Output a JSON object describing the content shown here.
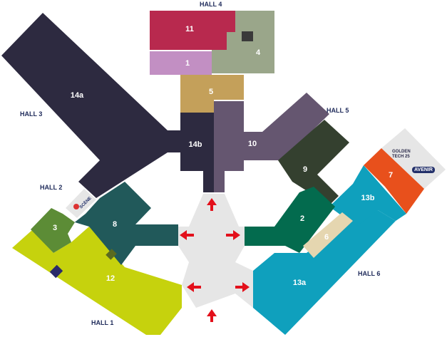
{
  "halls": [
    {
      "id": "hall4",
      "label": "HALL 4"
    },
    {
      "id": "hall3",
      "label": "HALL 3"
    },
    {
      "id": "hall5",
      "label": "HALL 5"
    },
    {
      "id": "hall2",
      "label": "HALL 2"
    },
    {
      "id": "hall6",
      "label": "HALL 6"
    },
    {
      "id": "hall1",
      "label": "HALL 1"
    }
  ],
  "zones": [
    {
      "id": "11",
      "label": "11",
      "color": "#b8294e"
    },
    {
      "id": "4",
      "label": "4",
      "color": "#9aa68a"
    },
    {
      "id": "1",
      "label": "1",
      "color": "#c28fc3"
    },
    {
      "id": "5",
      "label": "5",
      "color": "#c4a05a"
    },
    {
      "id": "14a",
      "label": "14a",
      "color": "#2d2a40"
    },
    {
      "id": "14b",
      "label": "14b",
      "color": "#2d2a40"
    },
    {
      "id": "10",
      "label": "10",
      "color": "#655670"
    },
    {
      "id": "9",
      "label": "9",
      "color": "#34402f"
    },
    {
      "id": "7",
      "label": "7",
      "color": "#e8501c"
    },
    {
      "id": "13b",
      "label": "13b",
      "color": "#0fa0bd"
    },
    {
      "id": "13a",
      "label": "13a",
      "color": "#0fa0bd"
    },
    {
      "id": "2",
      "label": "2",
      "color": "#036b4e"
    },
    {
      "id": "6",
      "label": "6",
      "color": "#e5d6b0"
    },
    {
      "id": "8",
      "label": "8",
      "color": "#21595a"
    },
    {
      "id": "3",
      "label": "3",
      "color": "#5c8c36"
    },
    {
      "id": "12",
      "label": "12",
      "color": "#c6d20d"
    }
  ],
  "logos": {
    "golden_tech": "GOLDEN TECH 25",
    "avenir": "AVENIR",
    "scene": "SCÈNE"
  },
  "colors": {
    "arrow": "#e3101b",
    "plaza": "#e6e6e6",
    "hall_label": "#1e2a5a",
    "logo_zone": "#e6e6e6"
  }
}
